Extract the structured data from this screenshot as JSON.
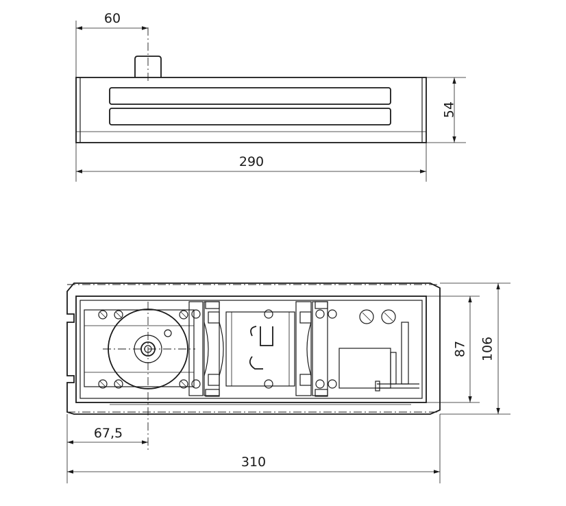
{
  "dimensions": {
    "top_offset": "60",
    "top_height": "54",
    "top_length": "290",
    "bottom_offset": "67,5",
    "bottom_inner_height": "87",
    "bottom_outer_height": "106",
    "bottom_length": "310"
  },
  "colors": {
    "line": "#1a1a1a",
    "background": "#ffffff"
  }
}
